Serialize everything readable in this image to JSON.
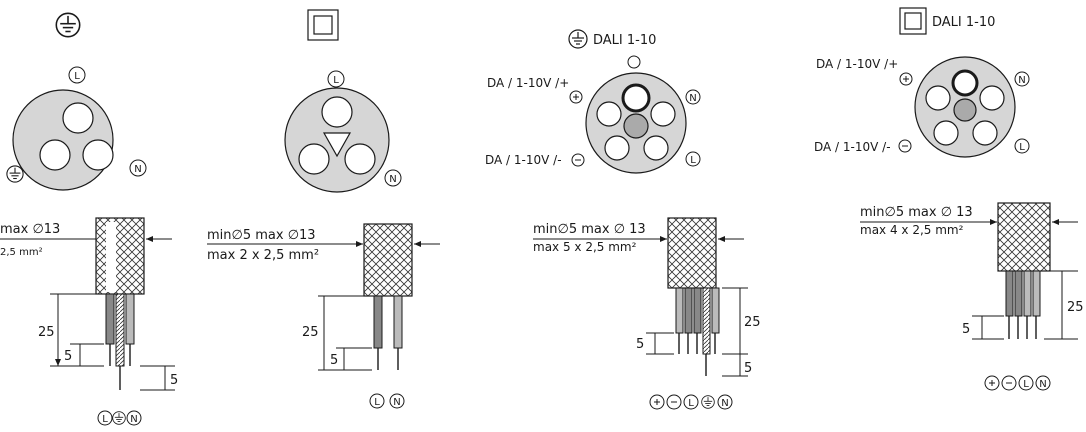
{
  "symbols": {
    "live": "L",
    "neutral": "N"
  },
  "panel1": {
    "spec_line1": "max ∅13",
    "spec_line2": "2,5 mm²",
    "dim_25": "25",
    "dim_5a": "5",
    "dim_5b": "5"
  },
  "panel2": {
    "spec_line1": "min∅5 max ∅13",
    "spec_line2": "max 2 x 2,5 mm²",
    "dim_25": "25",
    "dim_5": "5"
  },
  "panel3": {
    "header": "DALI 1-10",
    "label_plus": "DA / 1-10V /+",
    "label_minus": "DA / 1-10V /-",
    "spec_line1": "min∅5 max ∅ 13",
    "spec_line2": "max 5 x 2,5 mm²",
    "dim_25": "25",
    "dim_5a": "5",
    "dim_5b": "5"
  },
  "panel4": {
    "header": "DALI 1-10",
    "label_plus": "DA / 1-10V /+",
    "label_minus": "DA / 1-10V /-",
    "spec_line1": "min∅5 max ∅ 13",
    "spec_line2": "max 4 x 2,5 mm²",
    "dim_25": "25",
    "dim_5": "5"
  }
}
